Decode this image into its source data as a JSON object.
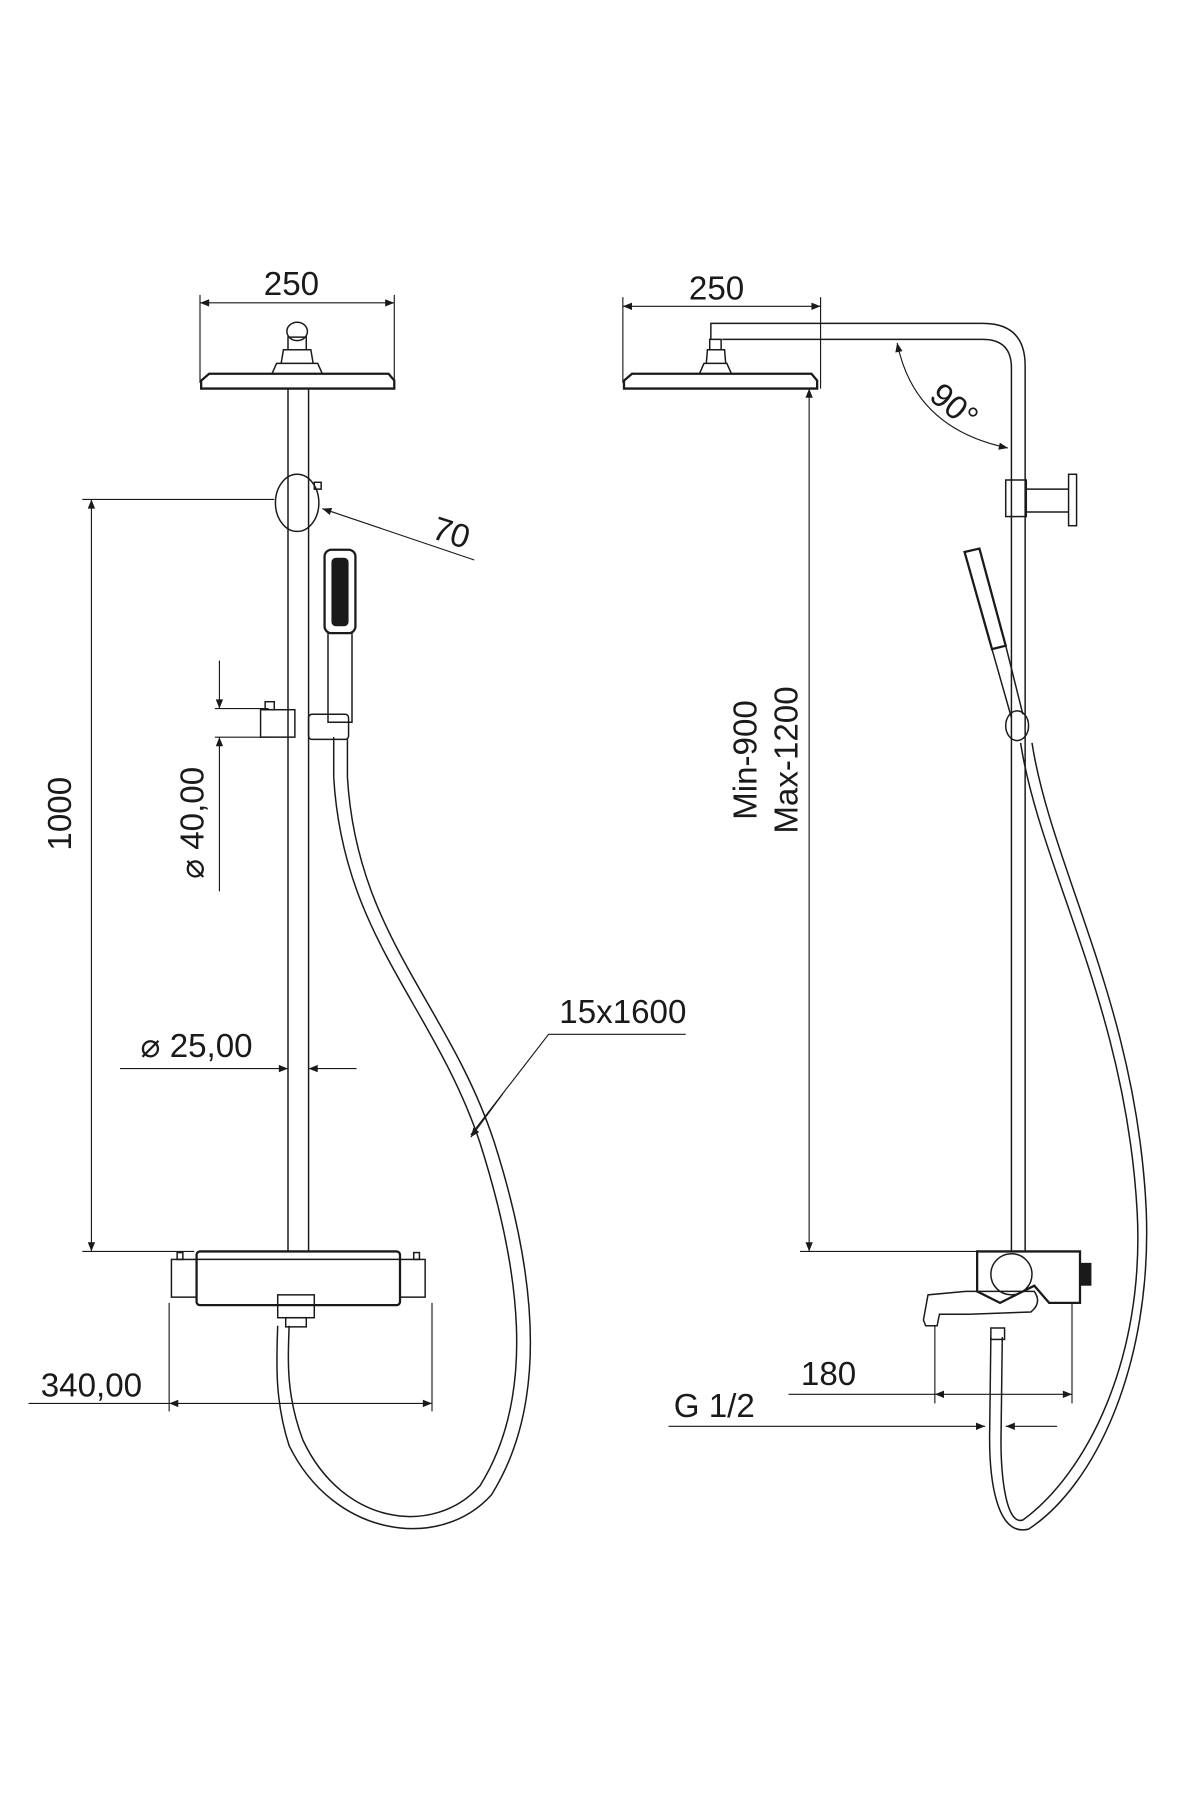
{
  "front_view": {
    "head_width": "250",
    "bracket_diameter": "70",
    "rail_height": "1000",
    "slider_diameter": "⌀ 40,00",
    "rail_diameter": "⌀ 25,00",
    "hose": "15x1600",
    "mixer_width": "340,00"
  },
  "side_view": {
    "head_width": "250",
    "arm_angle": "90°",
    "height_min": "Min-900",
    "height_max": "Max-1200",
    "spout_length": "180",
    "connection": "G 1/2"
  }
}
